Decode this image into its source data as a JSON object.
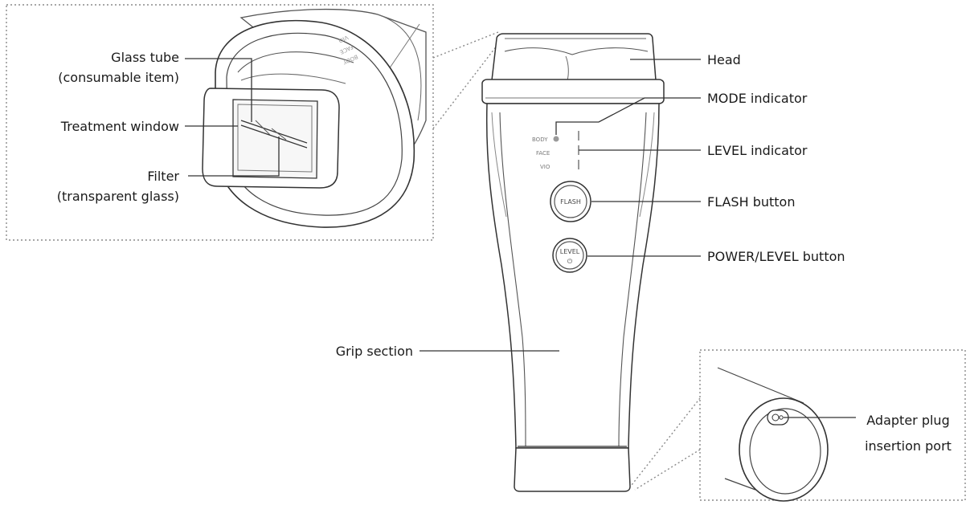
{
  "diagram": {
    "callouts": {
      "head": "Head",
      "mode_indicator": "MODE indicator",
      "level_indicator": "LEVEL indicator",
      "flash_button": "FLASH button",
      "power_level_button": "POWER/LEVEL button",
      "grip_section": "Grip section",
      "glass_tube_line1": "Glass tube",
      "glass_tube_line2": "(consumable item)",
      "treatment_window": "Treatment window",
      "filter_line1": "Filter",
      "filter_line2": "(transparent glass)",
      "adapter_line1": "Adapter plug",
      "adapter_line2": "insertion port"
    },
    "device_text": {
      "mode_body": "BODY",
      "mode_face": "FACE",
      "mode_vio": "VIO",
      "flash_button": "FLASH",
      "level_button": "LEVEL",
      "power_symbol": "⏻"
    }
  }
}
